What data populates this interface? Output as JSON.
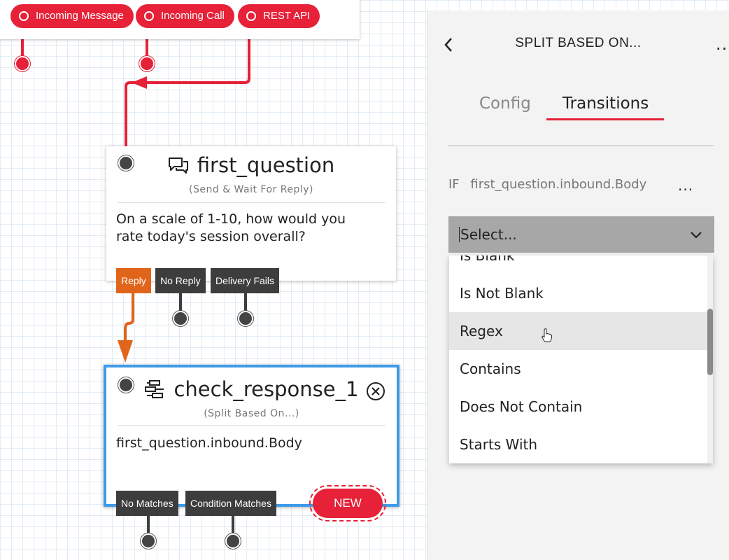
{
  "canvas": {
    "triggers": [
      {
        "label": "Incoming Message"
      },
      {
        "label": "Incoming Call"
      },
      {
        "label": "REST API"
      }
    ],
    "first_node": {
      "title": "first_question",
      "subtitle": "(Send & Wait For Reply)",
      "body": "On a scale of 1-10, how would you rate today's session overall?",
      "icon": "chat-bubbles-icon",
      "transitions": [
        "Reply",
        "No Reply",
        "Delivery Fails"
      ]
    },
    "second_node": {
      "title": "check_response_1",
      "subtitle": "(Split Based On...)",
      "body": "first_question.inbound.Body",
      "icon": "split-icon",
      "transitions": [
        "No Matches",
        "Condition Matches"
      ],
      "new_label": "NEW"
    },
    "colors": {
      "accent": "#e62138",
      "reply": "#e0651b",
      "selected": "#3d9be9"
    }
  },
  "panel": {
    "back_icon": "chevron-left-icon",
    "title": "SPLIT BASED ON...",
    "more": "...",
    "tabs": [
      {
        "label": "Config",
        "active": false
      },
      {
        "label": "Transitions",
        "active": true
      }
    ],
    "condition": {
      "keyword": "IF",
      "variable": "first_question.inbound.Body",
      "more": "..."
    },
    "select": {
      "placeholder": "Select..."
    },
    "options": [
      "Is Blank",
      "Is Not Blank",
      "Regex",
      "Contains",
      "Does Not Contain",
      "Starts With"
    ],
    "hovered_option": "Regex"
  }
}
